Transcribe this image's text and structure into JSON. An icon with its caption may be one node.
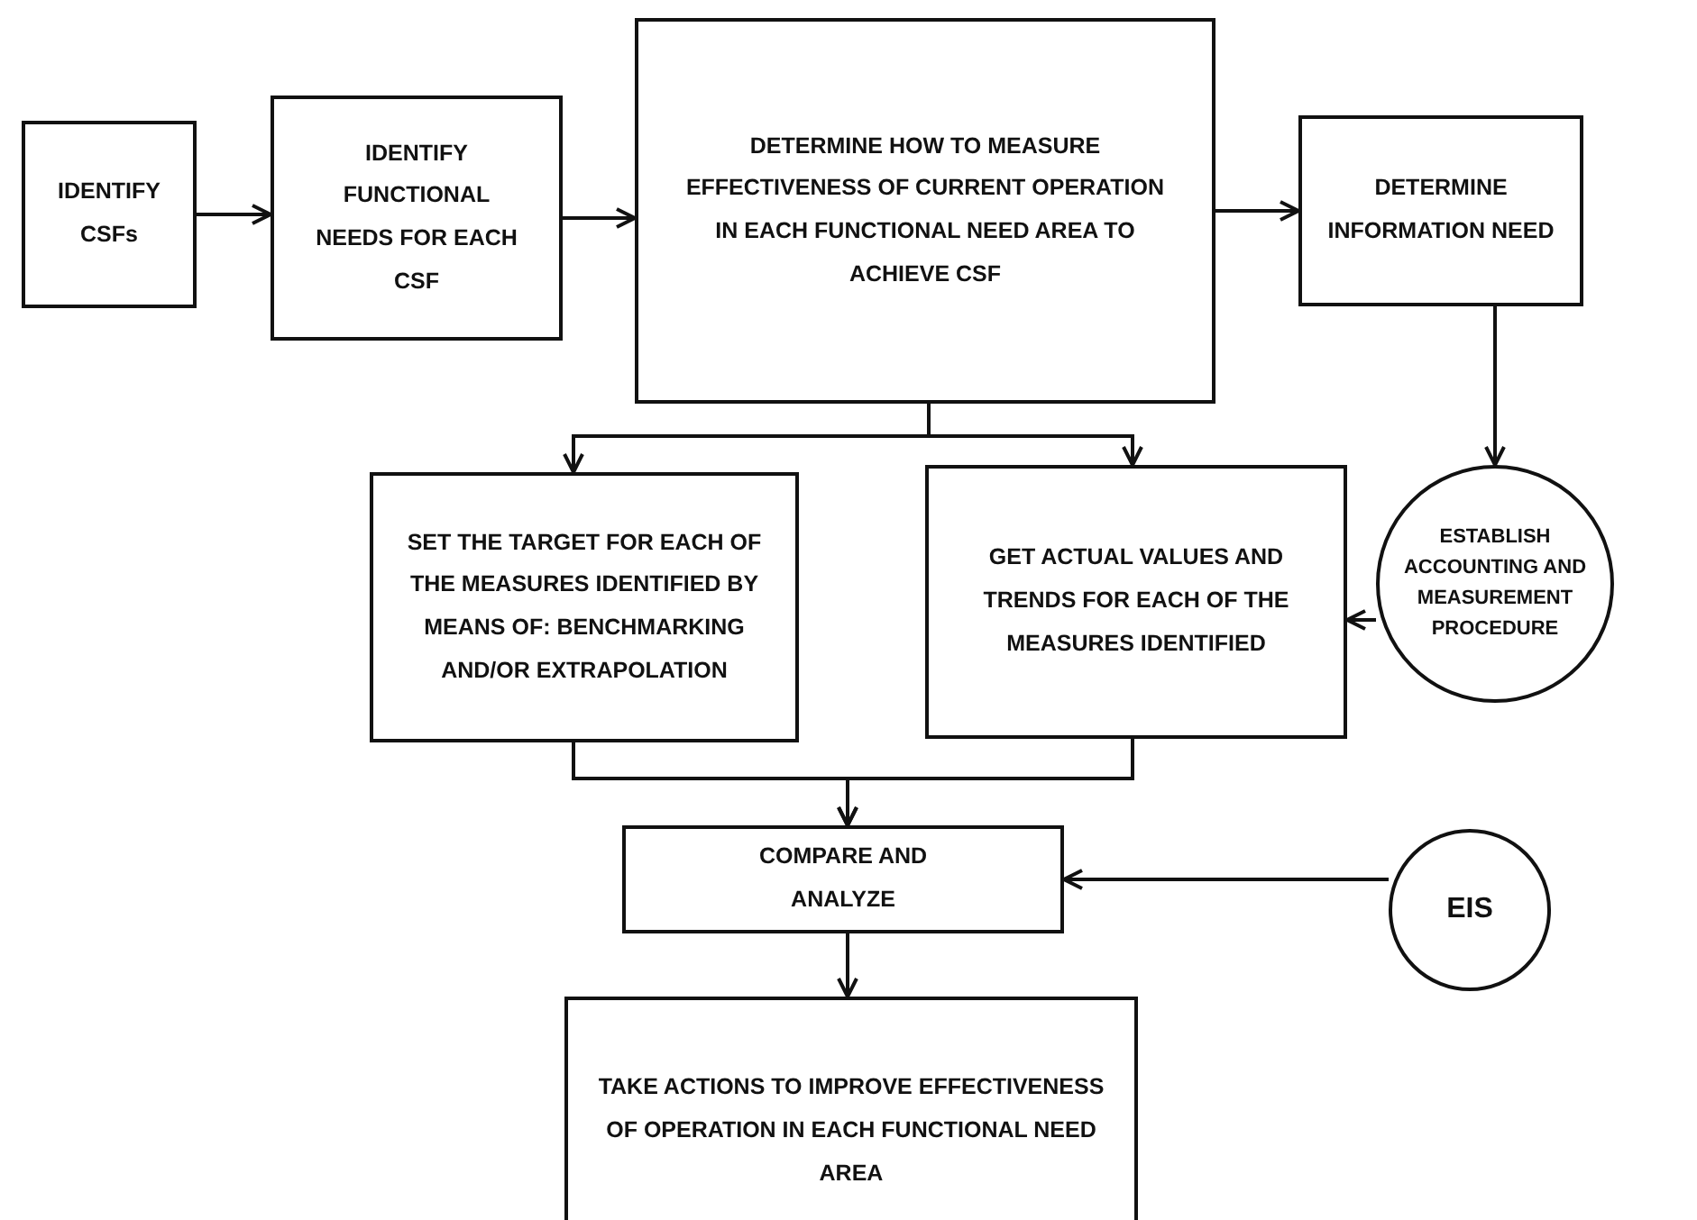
{
  "diagram": {
    "nodes": [
      {
        "text": [
          "IDENTIFY CSFs"
        ]
      },
      {
        "text": [
          "IDENTIFY FUNCTIONAL NEEDS FOR EACH CSF"
        ]
      },
      {
        "text": [
          "DETERMINE HOW TO MEASURE EFFECTIVENESS OF CURRENT OPERATION IN EACH FUNCTIONAL NEED AREA TO ACHIEVE CSF"
        ]
      },
      {
        "text": [
          "DETERMINE INFORMATION NEED"
        ]
      },
      {
        "text": [
          "ESTABLISH ACCOUNTING AND MEASUREMENT PROCEDURE"
        ]
      },
      {
        "text": [
          "SET THE TARGET FOR EACH OF THE MEASURES IDENTIFIED BY MEANS OF: BENCHMARKING AND/OR EXTRAPOLATION"
        ]
      },
      {
        "text": [
          "GET ACTUAL VALUES AND TRENDS FOR EACH OF THE MEASURES IDENTIFIED"
        ]
      },
      {
        "text": [
          "COMPARE AND ANALYZE"
        ]
      },
      {
        "text": [
          "EIS"
        ]
      },
      {
        "text": [
          "TAKE ACTIONS TO IMPROVE EFFECTIVENESS OF OPERATION IN EACH FUNCTIONAL NEED AREA"
        ]
      }
    ],
    "edges": [
      {
        "from": 0,
        "to": 1,
        "arrow": "to"
      },
      {
        "from": 1,
        "to": 2,
        "arrow": "to"
      },
      {
        "from": 2,
        "to": 3,
        "arrow": "to"
      },
      {
        "from": 3,
        "to": 4,
        "arrow": "to"
      },
      {
        "from": 2,
        "to": 5,
        "arrow": "to"
      },
      {
        "from": 2,
        "to": 6,
        "arrow": "to"
      },
      {
        "from": 4,
        "to": 6,
        "arrow": "to"
      },
      {
        "from": 5,
        "to": 7,
        "arrow": "to"
      },
      {
        "from": 6,
        "to": 7,
        "arrow": "to"
      },
      {
        "from": 8,
        "to": 7,
        "arrow": "to"
      },
      {
        "from": 7,
        "to": 9,
        "arrow": "to"
      }
    ]
  }
}
